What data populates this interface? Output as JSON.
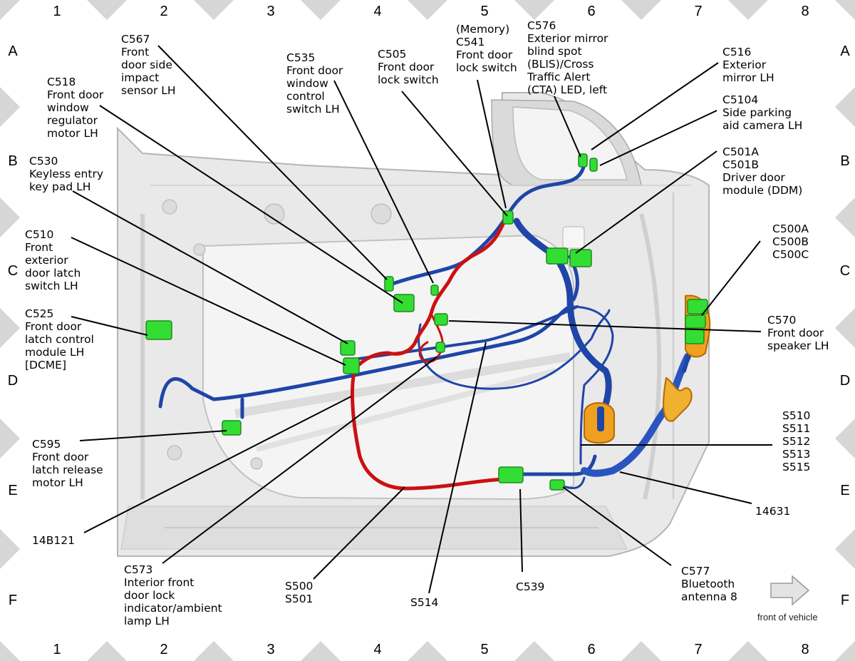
{
  "grid": {
    "columns": [
      "1",
      "2",
      "3",
      "4",
      "5",
      "6",
      "7",
      "8"
    ],
    "rows": [
      "A",
      "B",
      "C",
      "D",
      "E",
      "F"
    ]
  },
  "front_of_vehicle": "front of vehicle",
  "labels": {
    "c567": [
      "C567",
      "Front",
      "door side",
      "impact",
      "sensor LH"
    ],
    "c518": [
      "C518",
      "Front door",
      "window",
      "regulator",
      "motor LH"
    ],
    "c530": [
      "C530",
      "Keyless entry",
      "key pad LH"
    ],
    "c510": [
      "C510",
      "Front",
      "exterior",
      "door latch",
      "switch LH"
    ],
    "c525": [
      "C525",
      "Front door",
      "latch control",
      "module LH",
      "[DCME]"
    ],
    "c595": [
      "C595",
      "Front door",
      "latch release",
      "motor LH"
    ],
    "b14b121": [
      "14B121"
    ],
    "c573": [
      "C573",
      "Interior front",
      "door lock",
      "indicator/ambient",
      "lamp LH"
    ],
    "c535": [
      "C535",
      "Front door",
      "window",
      "control",
      "switch LH"
    ],
    "c505": [
      "C505",
      "Front door",
      "lock switch"
    ],
    "c541": [
      "(Memory)",
      "C541",
      "Front door",
      "lock switch"
    ],
    "c576": [
      "C576",
      "Exterior mirror",
      "blind spot",
      "(BLIS)/Cross",
      "Traffic Alert",
      "(CTA) LED, left"
    ],
    "c516": [
      "C516",
      "Exterior",
      "mirror LH"
    ],
    "c5104": [
      "C5104",
      "Side parking",
      "aid camera LH"
    ],
    "c501": [
      "C501A",
      "C501B",
      "Driver door",
      "module (DDM)"
    ],
    "c500": [
      "C500A",
      "C500B",
      "C500C"
    ],
    "c570": [
      "C570",
      "Front door",
      "speaker LH"
    ],
    "s510": [
      "S510",
      "S511",
      "S512",
      "S513",
      "S515"
    ],
    "n14631": [
      "14631"
    ],
    "c577": [
      "C577",
      "Bluetooth",
      "antenna 8"
    ],
    "c539": [
      "C539"
    ],
    "s514": [
      "S514"
    ],
    "s500": [
      "S500",
      "S501"
    ]
  },
  "colors": {
    "connector": "#33dd33",
    "harness_blue": "#1f45a8",
    "harness_red": "#cc1111",
    "orange_part": "#f0a020",
    "door_panel": "#e9e9e9",
    "frame_diamond": "#d6d6d6"
  }
}
